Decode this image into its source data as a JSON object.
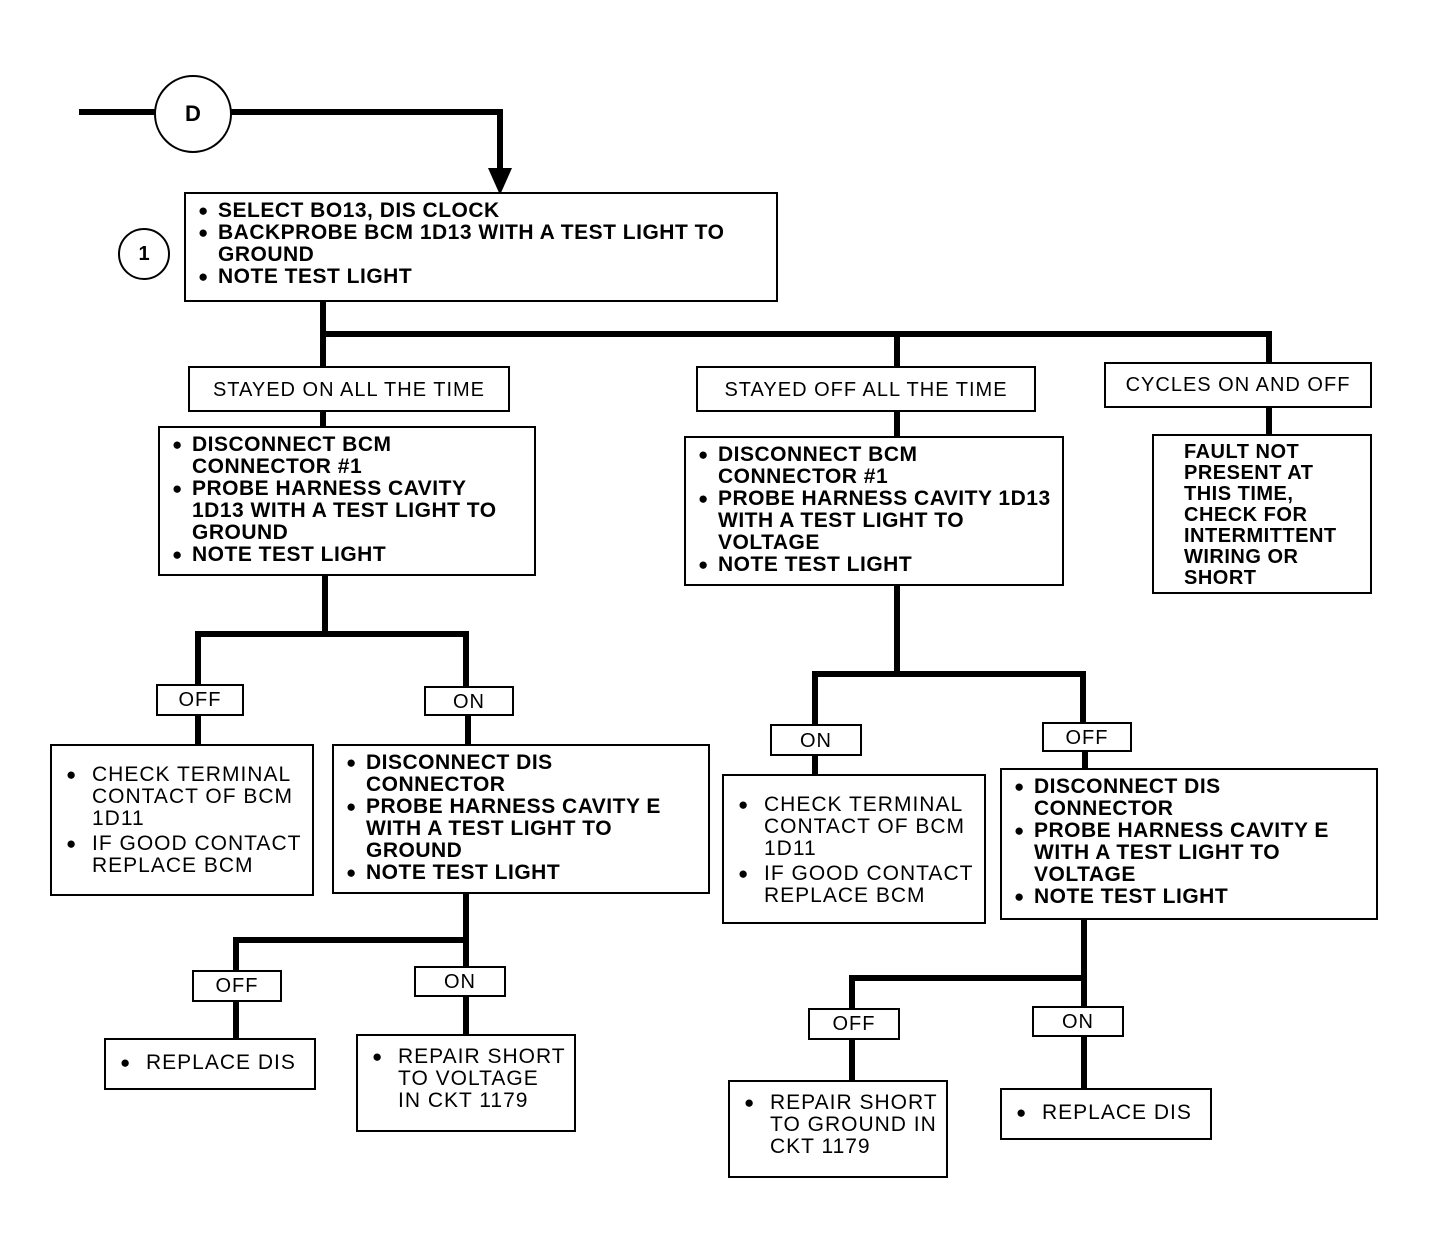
{
  "connector_label": "D",
  "step_number": "1",
  "start_box": {
    "items": [
      "SELECT BO13, DIS CLOCK",
      "BACKPROBE BCM 1D13 WITH A TEST LIGHT TO GROUND",
      "NOTE TEST LIGHT"
    ]
  },
  "branches": {
    "stayed_on": {
      "label": "STAYED ON ALL THE TIME",
      "items": [
        "DISCONNECT BCM CONNECTOR #1",
        "PROBE HARNESS CAVITY 1D13 WITH A TEST LIGHT TO GROUND",
        "NOTE TEST LIGHT"
      ],
      "off": {
        "label": "OFF",
        "items": [
          "CHECK TERMINAL CONTACT OF BCM 1D11",
          "IF GOOD CONTACT REPLACE BCM"
        ]
      },
      "on": {
        "label": "ON",
        "items": [
          "DISCONNECT DIS CONNECTOR",
          "PROBE HARNESS CAVITY E WITH A TEST LIGHT TO GROUND",
          "NOTE TEST LIGHT"
        ],
        "off": {
          "label": "OFF",
          "items": [
            "REPLACE DIS"
          ]
        },
        "on": {
          "label": "ON",
          "items": [
            "REPAIR SHORT TO VOLTAGE IN CKT 1179"
          ]
        }
      }
    },
    "stayed_off": {
      "label": "STAYED OFF ALL THE TIME",
      "items": [
        "DISCONNECT BCM CONNECTOR #1",
        "PROBE HARNESS CAVITY 1D13 WITH A TEST LIGHT TO VOLTAGE",
        "NOTE TEST LIGHT"
      ],
      "on": {
        "label": "ON",
        "items": [
          "CHECK TERMINAL CONTACT OF BCM 1D11",
          "IF GOOD CONTACT REPLACE BCM"
        ]
      },
      "off": {
        "label": "OFF",
        "items": [
          "DISCONNECT DIS CONNECTOR",
          "PROBE HARNESS CAVITY E WITH A TEST LIGHT TO VOLTAGE",
          "NOTE TEST LIGHT"
        ],
        "off": {
          "label": "OFF",
          "items": [
            "REPAIR SHORT TO GROUND IN CKT 1179"
          ]
        },
        "on": {
          "label": "ON",
          "items": [
            "REPLACE DIS"
          ]
        }
      }
    },
    "cycles": {
      "label": "CYCLES ON AND OFF",
      "result": "FAULT NOT PRESENT AT THIS TIME, CHECK FOR INTERMITTENT WIRING OR SHORT"
    }
  }
}
